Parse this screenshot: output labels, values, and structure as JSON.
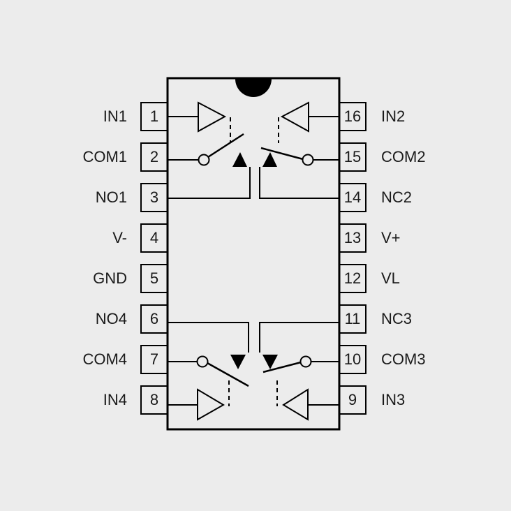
{
  "diagram": {
    "background": "#ececec",
    "line_color": "#000000",
    "left_pins": [
      {
        "num": "1",
        "label": "IN1"
      },
      {
        "num": "2",
        "label": "COM1"
      },
      {
        "num": "3",
        "label": "NO1"
      },
      {
        "num": "4",
        "label": "V-"
      },
      {
        "num": "5",
        "label": "GND"
      },
      {
        "num": "6",
        "label": "NO4"
      },
      {
        "num": "7",
        "label": "COM4"
      },
      {
        "num": "8",
        "label": "IN4"
      }
    ],
    "right_pins": [
      {
        "num": "16",
        "label": "IN2"
      },
      {
        "num": "15",
        "label": "COM2"
      },
      {
        "num": "14",
        "label": "NC2"
      },
      {
        "num": "13",
        "label": "V+"
      },
      {
        "num": "12",
        "label": "VL"
      },
      {
        "num": "11",
        "label": "NC3"
      },
      {
        "num": "10",
        "label": "COM3"
      },
      {
        "num": "9",
        "label": "IN3"
      }
    ]
  }
}
